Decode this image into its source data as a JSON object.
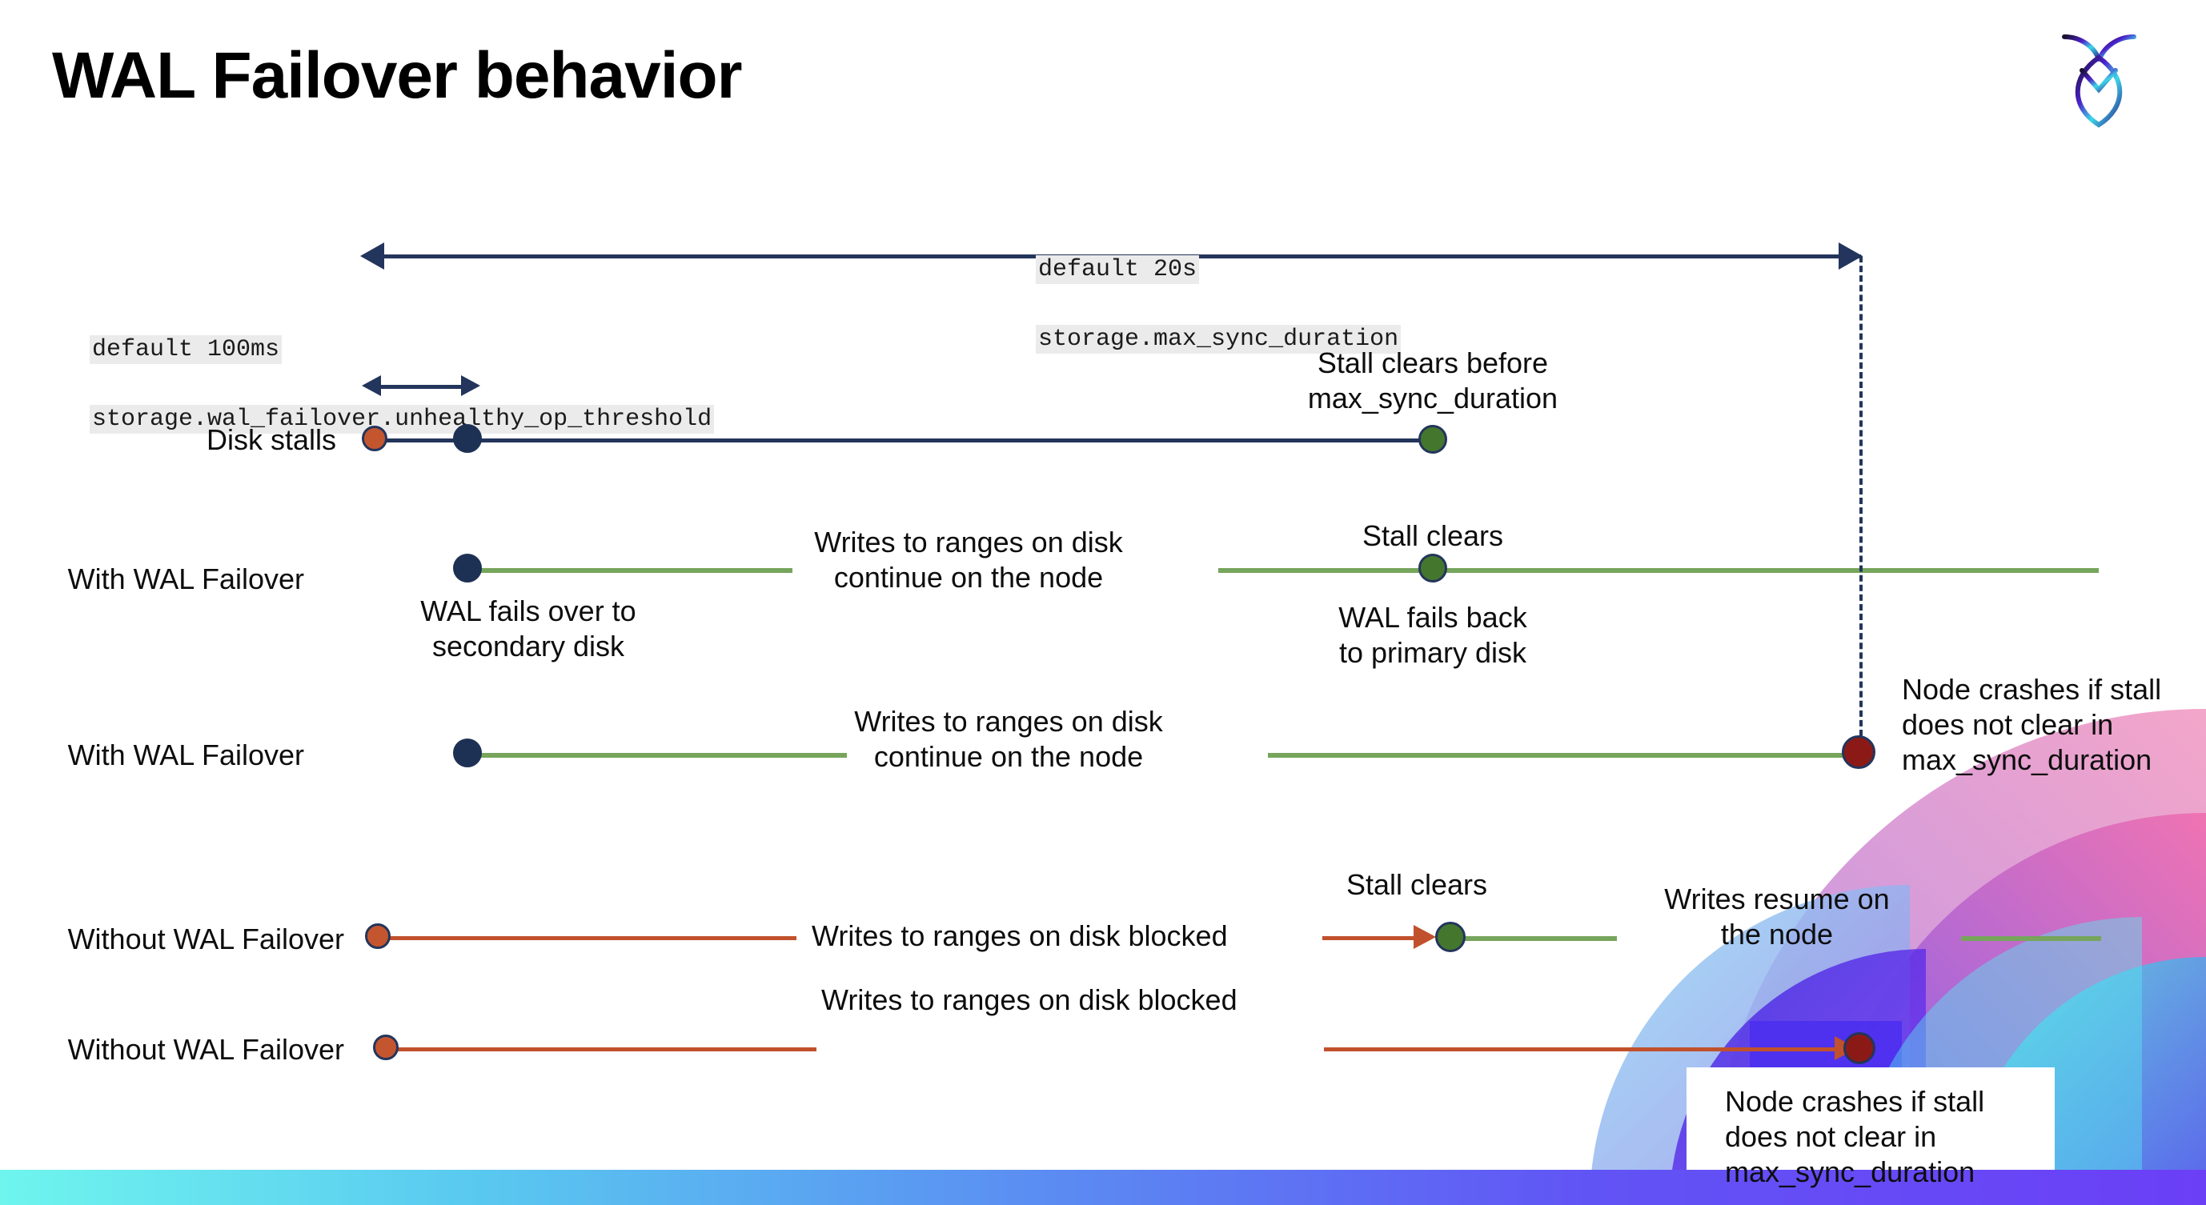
{
  "slide": {
    "title": "WAL Failover behavior",
    "logo_name": "cockroachdb-logo"
  },
  "annotations": {
    "max_sync": {
      "default": "default 20s",
      "setting": "storage.max_sync_duration"
    },
    "unhealthy_threshold": {
      "default": "default 100ms",
      "setting": "storage.wal_failover.unhealthy_op_threshold"
    }
  },
  "rows": [
    {
      "id": "disk-stalls",
      "label": "Disk stalls",
      "notes": [
        {
          "id": "stall-clears-before",
          "text": "Stall clears before\nmax_sync_duration"
        }
      ]
    },
    {
      "id": "with-wal-failover-clears",
      "label": "With WAL Failover",
      "notes": [
        {
          "id": "wal-fails-over",
          "text": "WAL fails over to\nsecondary disk"
        },
        {
          "id": "writes-continue",
          "text": "Writes to ranges on disk\ncontinue on the node"
        },
        {
          "id": "stall-clears",
          "text": "Stall clears"
        },
        {
          "id": "wal-fails-back",
          "text": "WAL fails  back\nto primary disk"
        }
      ]
    },
    {
      "id": "with-wal-failover-crash",
      "label": "With WAL Failover",
      "notes": [
        {
          "id": "writes-continue-2",
          "text": "Writes to ranges on disk\ncontinue on the node"
        },
        {
          "id": "node-crashes-1",
          "text": "Node crashes if stall\ndoes not clear in\nmax_sync_duration"
        }
      ]
    },
    {
      "id": "without-wal-failover-clears",
      "label": "Without WAL Failover",
      "notes": [
        {
          "id": "writes-blocked-1",
          "text": "Writes to ranges on disk  blocked"
        },
        {
          "id": "stall-clears-2",
          "text": "Stall clears"
        },
        {
          "id": "writes-resume",
          "text": "Writes resume on\nthe node"
        }
      ]
    },
    {
      "id": "without-wal-failover-crash",
      "label": "Without WAL Failover",
      "notes": [
        {
          "id": "writes-blocked-2",
          "text": "Writes to ranges on disk  blocked"
        },
        {
          "id": "node-crashes-2",
          "text": "Node crashes if stall\ndoes not clear in\nmax_sync_duration"
        }
      ]
    }
  ],
  "colors": {
    "navy": "#23355c",
    "green": "#76a55b",
    "red": "#c1512c",
    "dot_red": "#c4562f",
    "dot_green": "#44772d",
    "dot_dark_red": "#8b1a17",
    "code_bg": "#ebebeb"
  }
}
